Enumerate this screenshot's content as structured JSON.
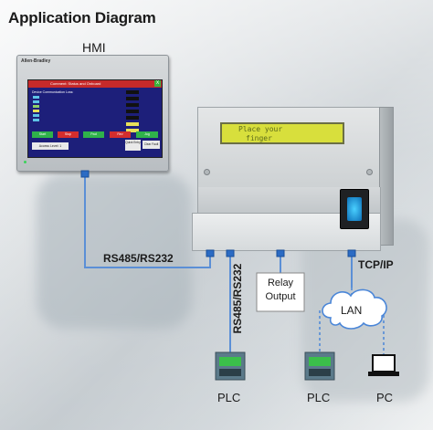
{
  "title": "Application Diagram",
  "hmi": {
    "label": "HMI",
    "brand": "Allen-Bradley",
    "screen_title": "Comment: Status and Onboard",
    "screen_close": "X",
    "screen_subtitle": "Device Communication Loss:",
    "buttons": [
      "Start",
      "Stop",
      "Fwd",
      "Rev",
      "Jog"
    ],
    "access_level": "Access Level: 1",
    "quick_entry": "Quick Entry",
    "clear_fault": "Clear Fault"
  },
  "device": {
    "lcd_line1": "Place your",
    "lcd_line2": "finger"
  },
  "links": {
    "rs485_horizontal": "RS485/RS232",
    "rs485_vertical": "RS485/RS232",
    "tcpip": "TCP/IP"
  },
  "relay": {
    "line1": "Relay",
    "line2": "Output"
  },
  "lan": "LAN",
  "endpoints": {
    "plc1": "PLC",
    "plc2": "PLC",
    "pc": "PC"
  },
  "colors": {
    "wire": "#5b8fd6",
    "lan_wire": "#4a86d8",
    "lcd": "#d8df3c",
    "port": "#2b6bc4"
  }
}
